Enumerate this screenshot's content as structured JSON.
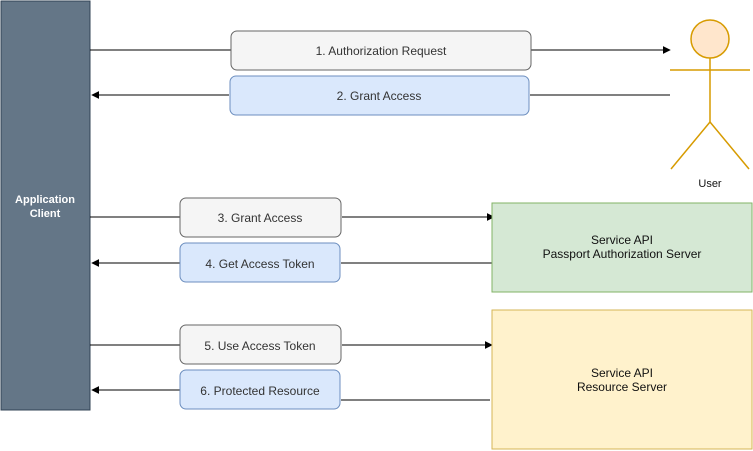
{
  "client": {
    "line1": "Application",
    "line2": "Client"
  },
  "user": {
    "label": "User"
  },
  "auth_server": {
    "line1": "Service API",
    "line2": "Passport Authorization Server"
  },
  "resource_server": {
    "line1": "Service API",
    "line2": "Resource Server"
  },
  "steps": [
    {
      "label": "1. Authorization Request"
    },
    {
      "label": "2. Grant Access"
    },
    {
      "label": "3. Grant Access"
    },
    {
      "label": "4. Get Access Token"
    },
    {
      "label": "5. Use Access Token"
    },
    {
      "label": "6. Protected Resource"
    }
  ],
  "colors": {
    "client_fill": "#647687",
    "gray_box": "#f5f5f5",
    "blue_box": "#dae8fc",
    "blue_border": "#6c8ebf",
    "green_box": "#d5e8d4",
    "green_border": "#82b366",
    "yellow_box": "#fff2cc",
    "yellow_border": "#d6b656",
    "actor_fill": "#ffe6cc",
    "actor_stroke": "#d79b00"
  }
}
